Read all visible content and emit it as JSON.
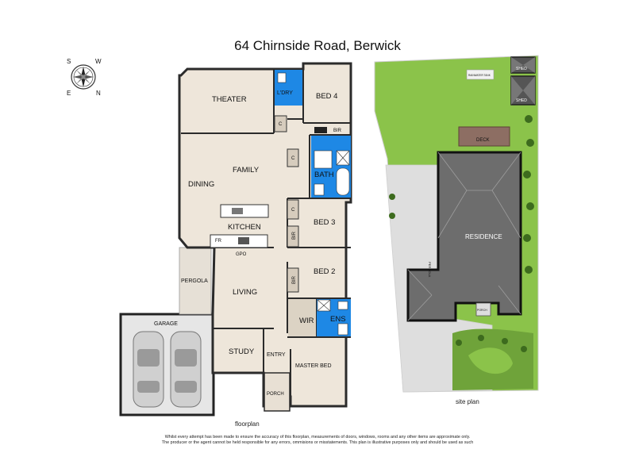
{
  "title": "64 Chirnside Road, Berwick",
  "compass": {
    "s": "S",
    "w": "W",
    "e": "E",
    "n": "N"
  },
  "floorplan": {
    "caption": "floorplan",
    "rooms": {
      "theater": "THEATER",
      "laundry": "L'DRY",
      "bed4": "BED 4",
      "bir": "BIR",
      "bath": "BATH",
      "family": "FAMILY",
      "dining": "DINING",
      "kitchen": "KITCHEN",
      "fr": "FR",
      "gpo": "GPO",
      "bed3": "BED 3",
      "bed2": "BED 2",
      "pergola": "PERGOLA",
      "living": "LIVING",
      "wir": "WIR",
      "ens": "ENS",
      "garage": "GARAGE",
      "study": "STUDY",
      "entry": "ENTRY",
      "master_bed": "MASTER BED",
      "porch": "PORCH",
      "cupboard": "C"
    }
  },
  "siteplan": {
    "caption": "site plan",
    "labels": {
      "shed": "SHED",
      "deck": "DECK",
      "residence": "RESIDENCE",
      "pergola": "PERGOLA",
      "porch": "PORCH",
      "water_tank": "RAINWATER TANK"
    }
  },
  "disclaimer": {
    "line1": "Whilst every attempt has been made to ensure the accuracy of this floorplan, measurements of doors, windows, rooms and any other items are approximate only.",
    "line2": "The producer or the agent cannot be held responsible for any errors, ommisions or misstatements. This plan is illustrative purposes only and should be used as such"
  },
  "colors": {
    "floor": "#eee6da",
    "wall": "#2b2b2b",
    "wet_area": "#1e88e5",
    "garage_floor": "#e6e6e6",
    "lawn": "#8bc34a",
    "roof": "#6d6d6d",
    "paving": "#dedede",
    "deck": "#8d6e63"
  }
}
